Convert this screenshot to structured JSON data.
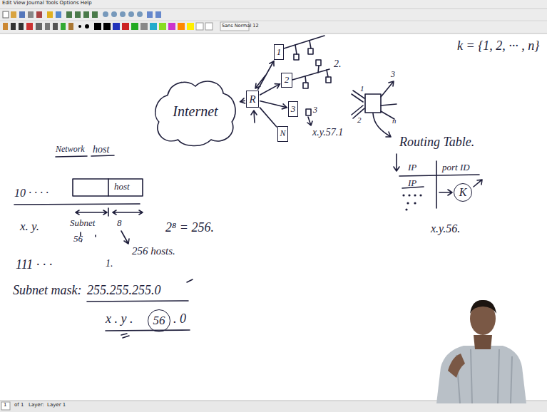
{
  "diagram": {
    "nodes": [
      {
        "text": [
          "Internet"
        ]
      },
      {
        "text": [
          "R"
        ]
      },
      {
        "text": [
          "1"
        ]
      },
      {
        "text": [
          "2"
        ]
      },
      {
        "text": [
          "3"
        ]
      },
      {
        "text": [
          "N"
        ]
      },
      {
        "text": [
          "K"
        ]
      },
      {
        "text": [
          "56"
        ]
      }
    ],
    "edges": [
      {
        "from": 1,
        "to": 0,
        "arrow": "to"
      },
      {
        "from": 1,
        "to": 2,
        "arrow": "to"
      },
      {
        "from": 1,
        "to": 3,
        "arrow": "to"
      },
      {
        "from": 1,
        "to": 4,
        "arrow": "to"
      },
      {
        "from": 1,
        "to": 5,
        "arrow": "none"
      }
    ],
    "labels": [
      "Edit View Journal Tools Options Help",
      "Sans Normal 12",
      "1",
      "of 1",
      "Layer:",
      "Layer 1",
      "2.",
      "3",
      "x.y.57.1",
      "1",
      "2",
      "3",
      "n",
      "k = {1, 2, ··· , n}",
      "Routing Table.",
      "IP",
      "port ID",
      "IP",
      "x.y.56.",
      "Network",
      "host",
      "10 · · · ·",
      "host",
      "x. y.",
      "Subnet",
      "8",
      "56",
      "2⁸ = 256.",
      "256 hosts.",
      "111 · · ·",
      "1.",
      "Subnet mask:",
      "255.255.255.0",
      "x . y .",
      ". 0"
    ]
  }
}
